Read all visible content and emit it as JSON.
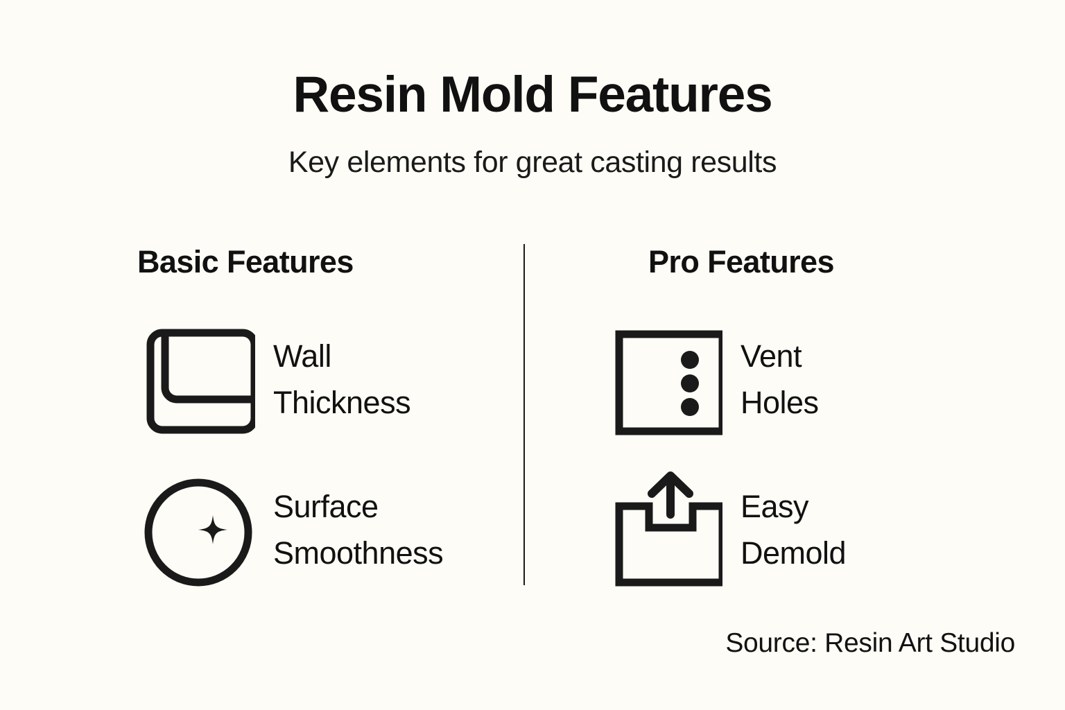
{
  "header": {
    "title": "Resin Mold Features",
    "subtitle": "Key elements for great casting results"
  },
  "columns": [
    {
      "heading": "Basic Features",
      "features": [
        {
          "label": "Wall\nThickness",
          "icon": "wall-thickness-icon"
        },
        {
          "label": "Surface\nSmoothness",
          "icon": "surface-smoothness-icon"
        }
      ]
    },
    {
      "heading": "Pro Features",
      "features": [
        {
          "label": "Vent\nHoles",
          "icon": "vent-holes-icon"
        },
        {
          "label": "Easy\nDemold",
          "icon": "easy-demold-icon"
        }
      ]
    }
  ],
  "footer": {
    "source": "Source: Resin Art Studio"
  },
  "colors": {
    "background": "#FDFCF6",
    "ink": "#111111",
    "divider": "#1a1a1a"
  }
}
